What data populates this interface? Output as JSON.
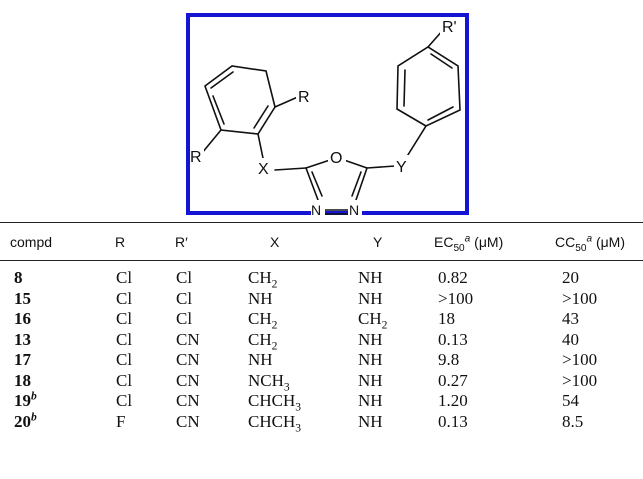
{
  "structure": {
    "frame_color": "#1414d2",
    "labels": {
      "R": "R",
      "R_lower": "R",
      "R_prime": "R'",
      "X": "X",
      "Y": "Y",
      "O": "O",
      "N_left": "N",
      "N_right": "N"
    }
  },
  "table": {
    "headers": [
      {
        "key": "compd",
        "text": "compd"
      },
      {
        "key": "R",
        "text": "R"
      },
      {
        "key": "R_prime",
        "text": "R′"
      },
      {
        "key": "X",
        "text": "X"
      },
      {
        "key": "Y",
        "text": "Y"
      },
      {
        "key": "EC50",
        "base": "EC",
        "sub": "50",
        "sup": "a",
        "unit": "(μM)"
      },
      {
        "key": "CC50",
        "base": "CC",
        "sub": "50",
        "sup": "a",
        "unit": "(μM)"
      }
    ],
    "rows": [
      {
        "compd": "8",
        "compd_sup": "",
        "R": "Cl",
        "Rp": "Cl",
        "X": "CH",
        "X_sub": "2",
        "Y": "NH",
        "Y_sub": "",
        "EC50": "0.82",
        "CC50": "20"
      },
      {
        "compd": "15",
        "compd_sup": "",
        "R": "Cl",
        "Rp": "Cl",
        "X": "NH",
        "X_sub": "",
        "Y": "NH",
        "Y_sub": "",
        "EC50": ">100",
        "CC50": ">100"
      },
      {
        "compd": "16",
        "compd_sup": "",
        "R": "Cl",
        "Rp": "Cl",
        "X": "CH",
        "X_sub": "2",
        "Y": "CH",
        "Y_sub": "2",
        "EC50": "18",
        "CC50": "43"
      },
      {
        "compd": "13",
        "compd_sup": "",
        "R": "Cl",
        "Rp": "CN",
        "X": "CH",
        "X_sub": "2",
        "Y": "NH",
        "Y_sub": "",
        "EC50": "0.13",
        "CC50": "40"
      },
      {
        "compd": "17",
        "compd_sup": "",
        "R": "Cl",
        "Rp": "CN",
        "X": "NH",
        "X_sub": "",
        "Y": "NH",
        "Y_sub": "",
        "EC50": "9.8",
        "CC50": ">100"
      },
      {
        "compd": "18",
        "compd_sup": "",
        "R": "Cl",
        "Rp": "CN",
        "X": "NCH",
        "X_sub": "3",
        "Y": "NH",
        "Y_sub": "",
        "EC50": "0.27",
        "CC50": ">100"
      },
      {
        "compd": "19",
        "compd_sup": "b",
        "R": "Cl",
        "Rp": "CN",
        "X": "CHCH",
        "X_sub": "3",
        "Y": "NH",
        "Y_sub": "",
        "EC50": "1.20",
        "CC50": "54"
      },
      {
        "compd": "20",
        "compd_sup": "b",
        "R": "F",
        "Rp": "CN",
        "X": "CHCH",
        "X_sub": "3",
        "Y": "NH",
        "Y_sub": "",
        "EC50": "0.13",
        "CC50": "8.5"
      }
    ]
  }
}
